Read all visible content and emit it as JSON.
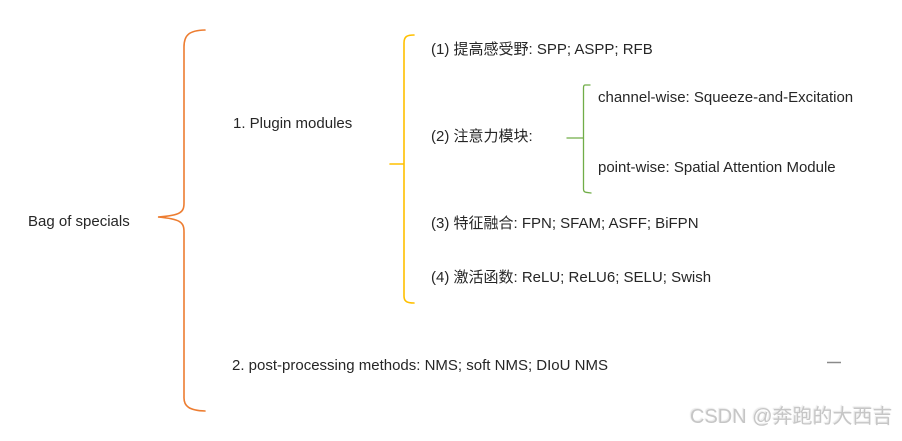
{
  "colors": {
    "root_brace": "#ED7D31",
    "branch_brace": "#FFC000",
    "sub_brace": "#70AD47",
    "text": "#262626",
    "dash": "#8A8A8A",
    "watermark": "#C6C6C6"
  },
  "diagram": {
    "root": {
      "label": "Bag of specials"
    },
    "branch_plugin": {
      "label": "1. Plugin modules",
      "items": [
        {
          "label": "(1) 提高感受野: SPP; ASPP; RFB"
        },
        {
          "label": "(2) 注意力模块:"
        },
        {
          "label": "(3) 特征融合: FPN; SFAM; ASFF; BiFPN"
        },
        {
          "label": "(4) 激活函数: ReLU; ReLU6; SELU; Swish"
        }
      ],
      "attention_children": [
        {
          "label": "channel-wise: Squeeze-and-Excitation"
        },
        {
          "label": "point-wise: Spatial Attention Module"
        }
      ]
    },
    "branch_postprocessing": {
      "label": "2. post-processing methods: NMS; soft NMS; DIoU NMS"
    }
  },
  "watermark": {
    "text": "CSDN @奔跑的大西吉"
  }
}
